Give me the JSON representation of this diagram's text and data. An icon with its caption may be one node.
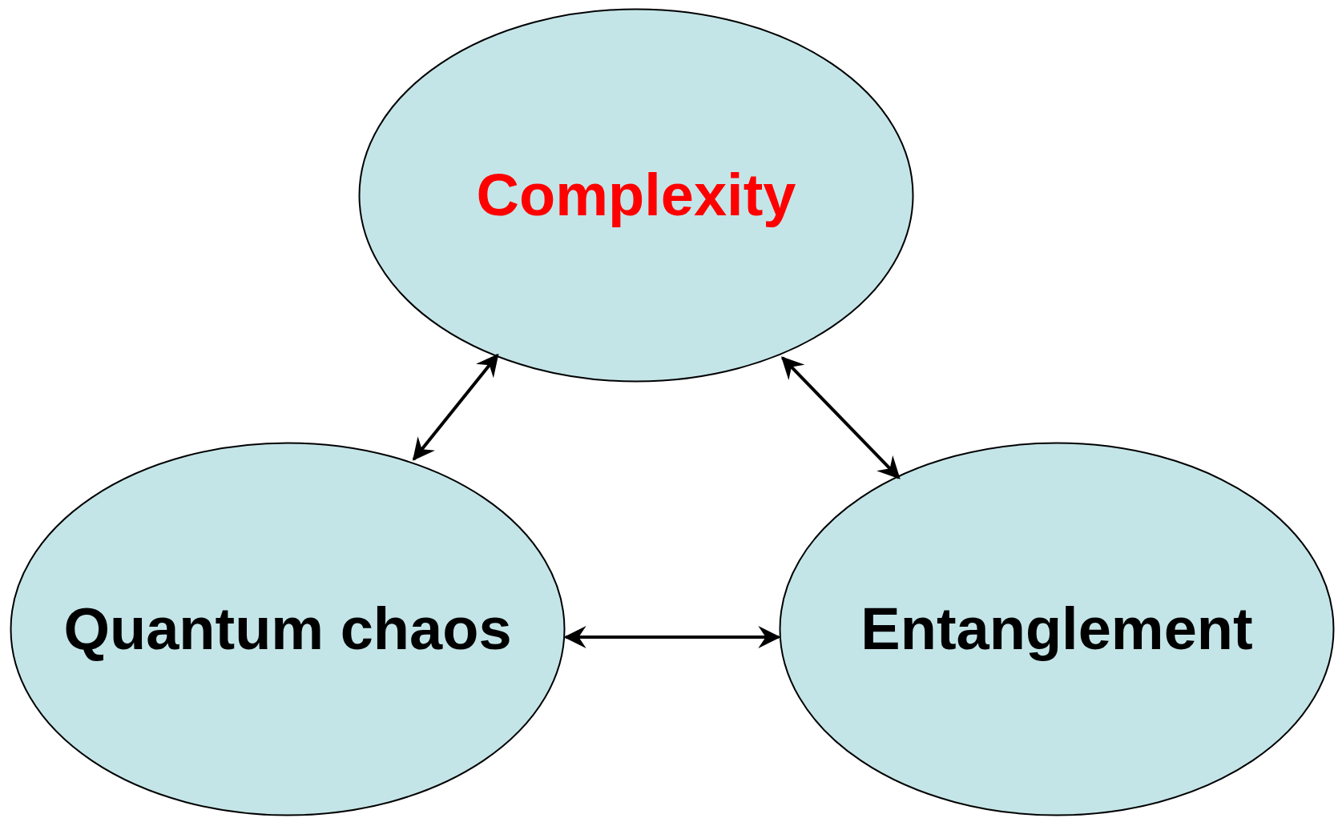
{
  "diagram": {
    "nodes": [
      {
        "text": [
          "Complexity"
        ]
      },
      {
        "text": [
          "Quantum chaos"
        ]
      },
      {
        "text": [
          "Entanglement"
        ]
      }
    ],
    "edges": [
      {
        "from": 0,
        "to": 1,
        "arrow": "both"
      },
      {
        "from": 0,
        "to": 2,
        "arrow": "both"
      },
      {
        "from": 1,
        "to": 2,
        "arrow": "both"
      }
    ]
  }
}
